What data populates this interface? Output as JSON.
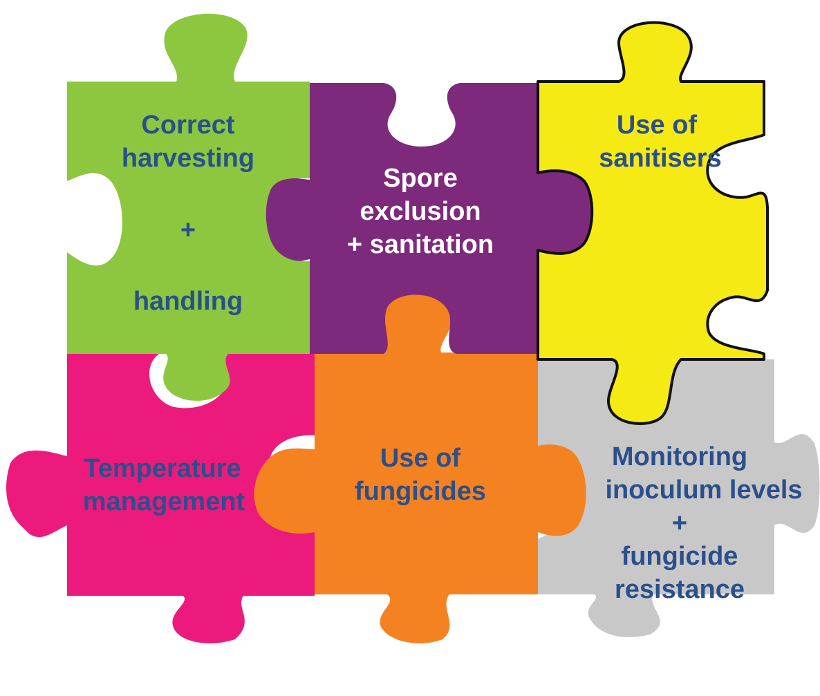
{
  "colors": {
    "green": "#8dc63f",
    "purple": "#7d2a7c",
    "yellow": "#f5ea14",
    "pink": "#ec1a7d",
    "orange": "#f58220",
    "gray": "#c8c8c8",
    "text_blue": "#2a4f8c",
    "text_white": "#ffffff",
    "outline": "#111111"
  },
  "pieces": {
    "correct_harvesting": {
      "line1": "Correct",
      "line2": "harvesting",
      "line3": "+",
      "line4": "handling"
    },
    "spore_exclusion": {
      "line1": "Spore",
      "line2": "exclusion",
      "line3": "+ sanitation"
    },
    "sanitisers": {
      "line1": "Use of",
      "line2": "sanitisers"
    },
    "temperature": {
      "line1": "Temperature",
      "line2": "management"
    },
    "fungicides": {
      "line1": "Use of",
      "line2": "fungicides"
    },
    "monitoring": {
      "line1": "Monitoring",
      "line2": "inoculum levels",
      "line3": "+",
      "line4": "fungicide",
      "line5": "resistance"
    }
  }
}
